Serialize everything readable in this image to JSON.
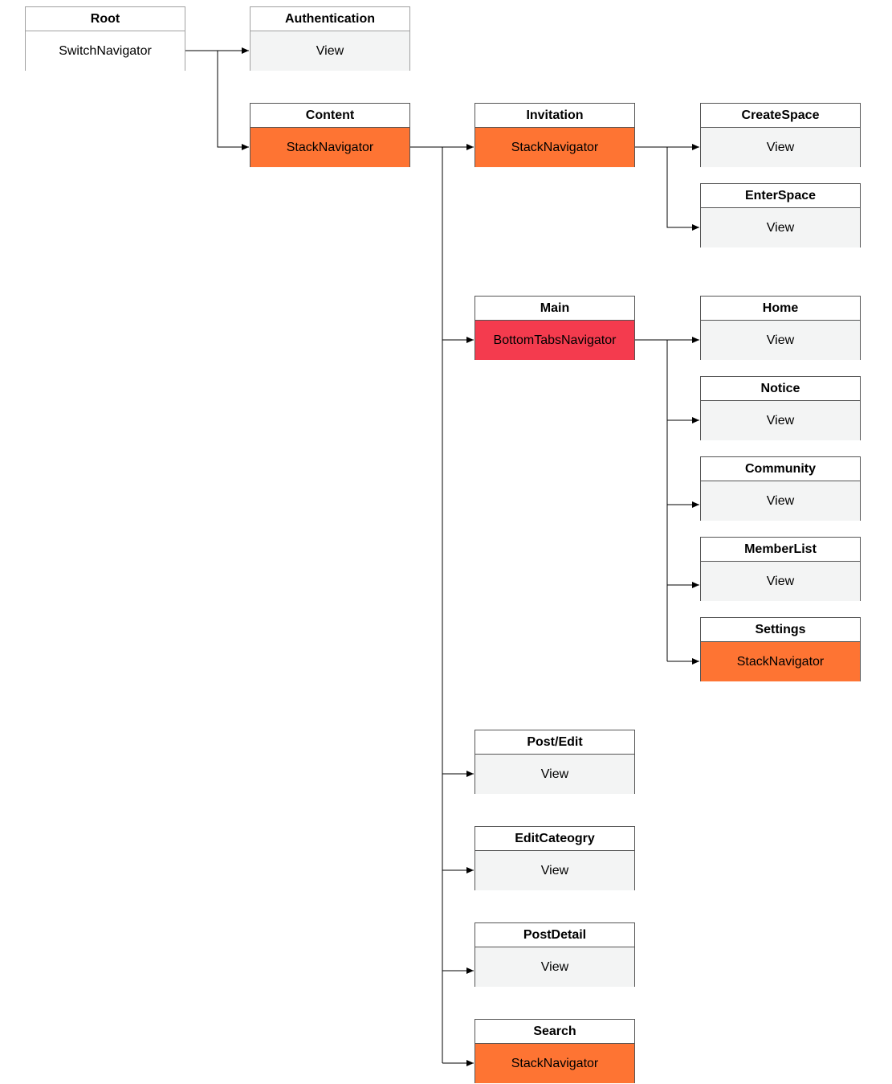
{
  "nodes": {
    "root": {
      "title": "Root",
      "body": "SwitchNavigator",
      "fill": "#ffffff"
    },
    "authentication": {
      "title": "Authentication",
      "body": "View",
      "fill": "#f3f4f4"
    },
    "content": {
      "title": "Content",
      "body": "StackNavigator",
      "fill": "#fe7433"
    },
    "invitation": {
      "title": "Invitation",
      "body": "StackNavigator",
      "fill": "#fe7433"
    },
    "createspace": {
      "title": "CreateSpace",
      "body": "View",
      "fill": "#f3f4f4"
    },
    "enterspace": {
      "title": "EnterSpace",
      "body": "View",
      "fill": "#f3f4f4"
    },
    "main": {
      "title": "Main",
      "body": "BottomTabsNavigator",
      "fill": "#f43b4e"
    },
    "home": {
      "title": "Home",
      "body": "View",
      "fill": "#f3f4f4"
    },
    "notice": {
      "title": "Notice",
      "body": "View",
      "fill": "#f3f4f4"
    },
    "community": {
      "title": "Community",
      "body": "View",
      "fill": "#f3f4f4"
    },
    "memberlist": {
      "title": "MemberList",
      "body": "View",
      "fill": "#f3f4f4"
    },
    "settings": {
      "title": "Settings",
      "body": "StackNavigator",
      "fill": "#fe7433"
    },
    "postedit": {
      "title": "Post/Edit",
      "body": "View",
      "fill": "#f3f4f4"
    },
    "editcategory": {
      "title": "EditCateogry",
      "body": "View",
      "fill": "#f3f4f4"
    },
    "postdetail": {
      "title": "PostDetail",
      "body": "View",
      "fill": "#f3f4f4"
    },
    "search": {
      "title": "Search",
      "body": "StackNavigator",
      "fill": "#fe7433"
    }
  },
  "edges": [
    [
      "root",
      "authentication"
    ],
    [
      "root",
      "content"
    ],
    [
      "content",
      "invitation"
    ],
    [
      "content",
      "main"
    ],
    [
      "content",
      "postedit"
    ],
    [
      "content",
      "editcategory"
    ],
    [
      "content",
      "postdetail"
    ],
    [
      "content",
      "search"
    ],
    [
      "invitation",
      "createspace"
    ],
    [
      "invitation",
      "enterspace"
    ],
    [
      "main",
      "home"
    ],
    [
      "main",
      "notice"
    ],
    [
      "main",
      "community"
    ],
    [
      "main",
      "memberlist"
    ],
    [
      "main",
      "settings"
    ]
  ]
}
